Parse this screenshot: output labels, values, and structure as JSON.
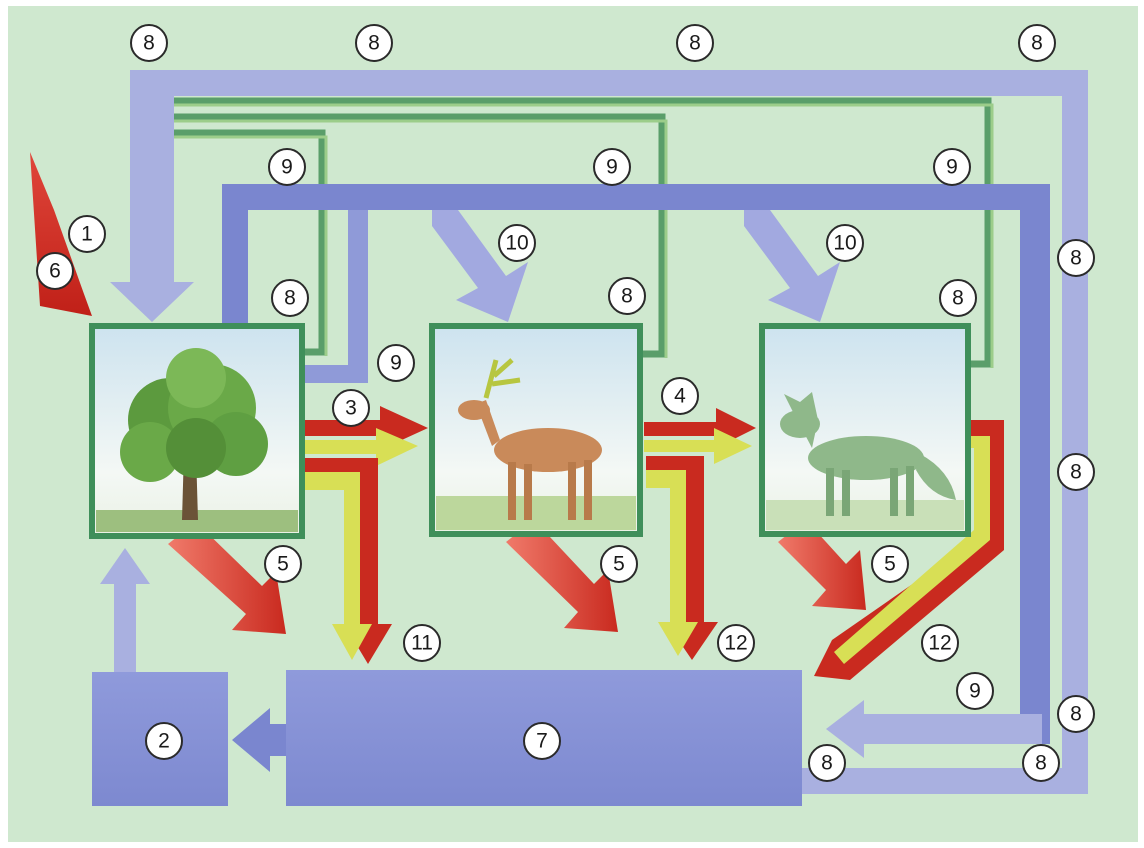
{
  "colors": {
    "background": "#cfe8cf",
    "matter_flow": "#a9b0e0",
    "decomposer_box": "#8c97d9",
    "decomposer_flow": "#7a86cf",
    "heat_flow": "#5a9e6a",
    "energy_flow": "#d7382b",
    "yellow_flow": "#d8df55",
    "frame": "#3f8f5a"
  },
  "panels": [
    {
      "name": "producer",
      "icon": "tree-icon"
    },
    {
      "name": "herbivore",
      "icon": "deer-icon"
    },
    {
      "name": "carnivore",
      "icon": "fox-icon"
    }
  ],
  "labels": {
    "top_8a": "8",
    "top_8b": "8",
    "top_8c": "8",
    "top_8d": "8",
    "sun_1": "1",
    "sun_6": "6",
    "loop_9a": "9",
    "loop_9b": "9",
    "loop_9c": "9",
    "mid_9": "9",
    "in_10a": "10",
    "in_10b": "10",
    "box_8a": "8",
    "box_8b": "8",
    "box_8c": "8",
    "flow_3": "3",
    "flow_4": "4",
    "resp_5a": "5",
    "resp_5b": "5",
    "resp_5c": "5",
    "right_8a": "8",
    "right_8b": "8",
    "right_8c": "8",
    "dead_11": "11",
    "dead_12a": "12",
    "dead_12b": "12",
    "low_9": "9",
    "bottom_8a": "8",
    "bottom_8b": "8",
    "pool_2": "2",
    "pool_7": "7"
  }
}
